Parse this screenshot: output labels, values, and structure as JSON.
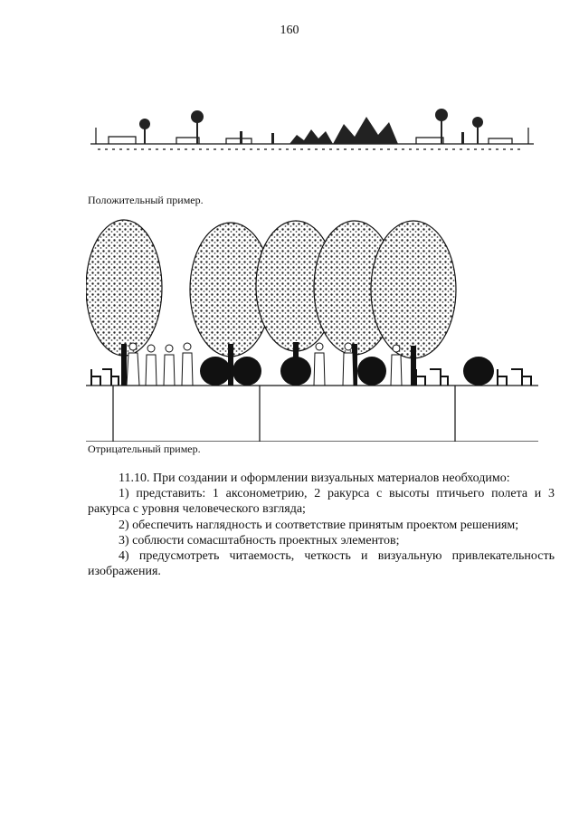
{
  "page_number": "160",
  "captions": {
    "positive": "Положительный пример.",
    "negative": "Отрицательный пример."
  },
  "paragraphs": [
    "11.10. При создании и оформлении визуальных материалов необходимо:",
    "1) представить: 1 аксонометрию, 2 ракурса с высоты птичьего полета и 3 ракурса с уровня человеческого взгляда;",
    "2) обеспечить наглядность и соответствие принятым проектом решениям;",
    "3) соблюсти сомасштабность проектных элементов;",
    "4) предусмотреть читаемость, четкость и визуальную привлекательность изображения."
  ]
}
